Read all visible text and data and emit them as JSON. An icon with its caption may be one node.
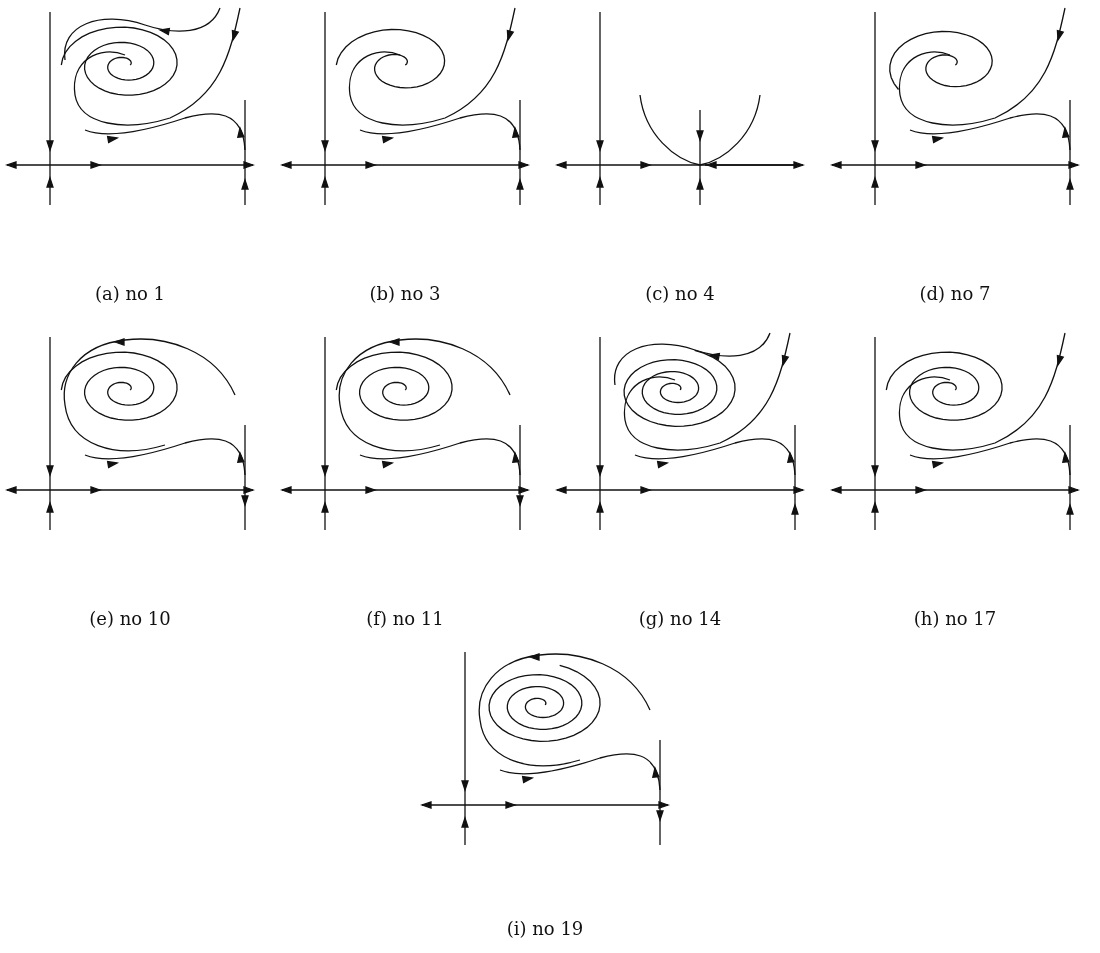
{
  "diagram": {
    "labels": [
      "(a) no 1",
      "(b) no 3",
      "(c) no 4",
      "(d) no 7",
      "(e) no 10",
      "(f) no 11",
      "(g) no 14",
      "(h) no 17",
      "(i) no 19"
    ]
  }
}
